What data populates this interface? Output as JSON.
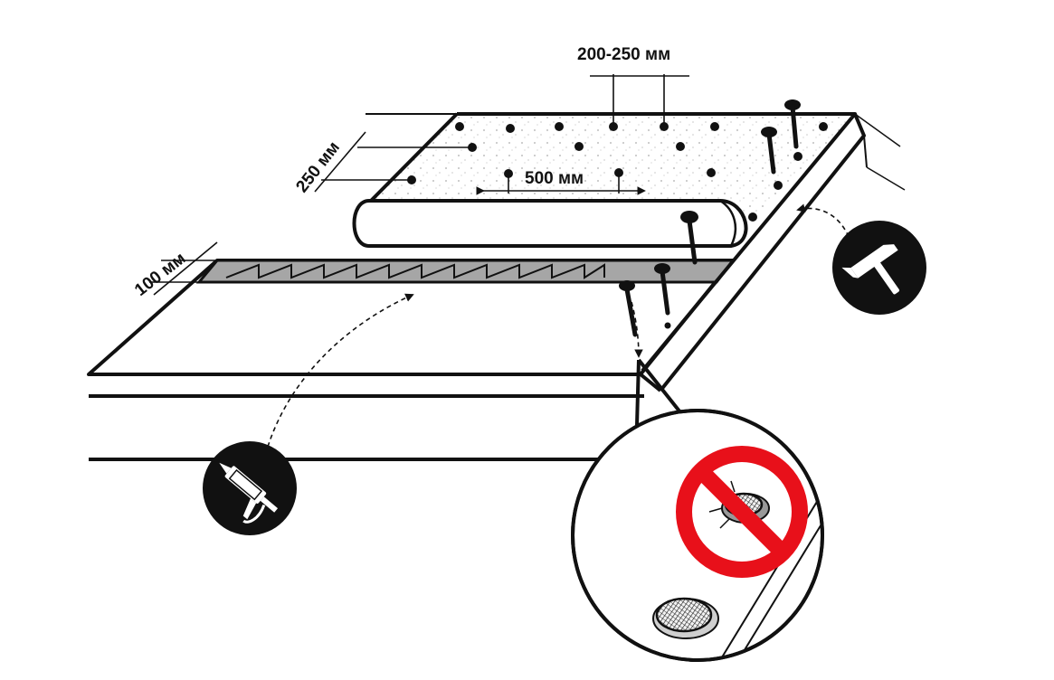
{
  "dimensions": {
    "nail_spacing_top": "200-250 мм",
    "edge_distance": "250 мм",
    "nail_spacing_row": "500 мм",
    "strip_width": "100 мм"
  },
  "icons": {
    "hammer": "hammer-icon",
    "sealant": "sealant-gun-icon",
    "prohibited": "prohibition-icon"
  },
  "colors": {
    "line": "#111111",
    "strip_fill": "#a6a6a6",
    "prohibit_red": "#e8101a",
    "background": "#ffffff"
  }
}
